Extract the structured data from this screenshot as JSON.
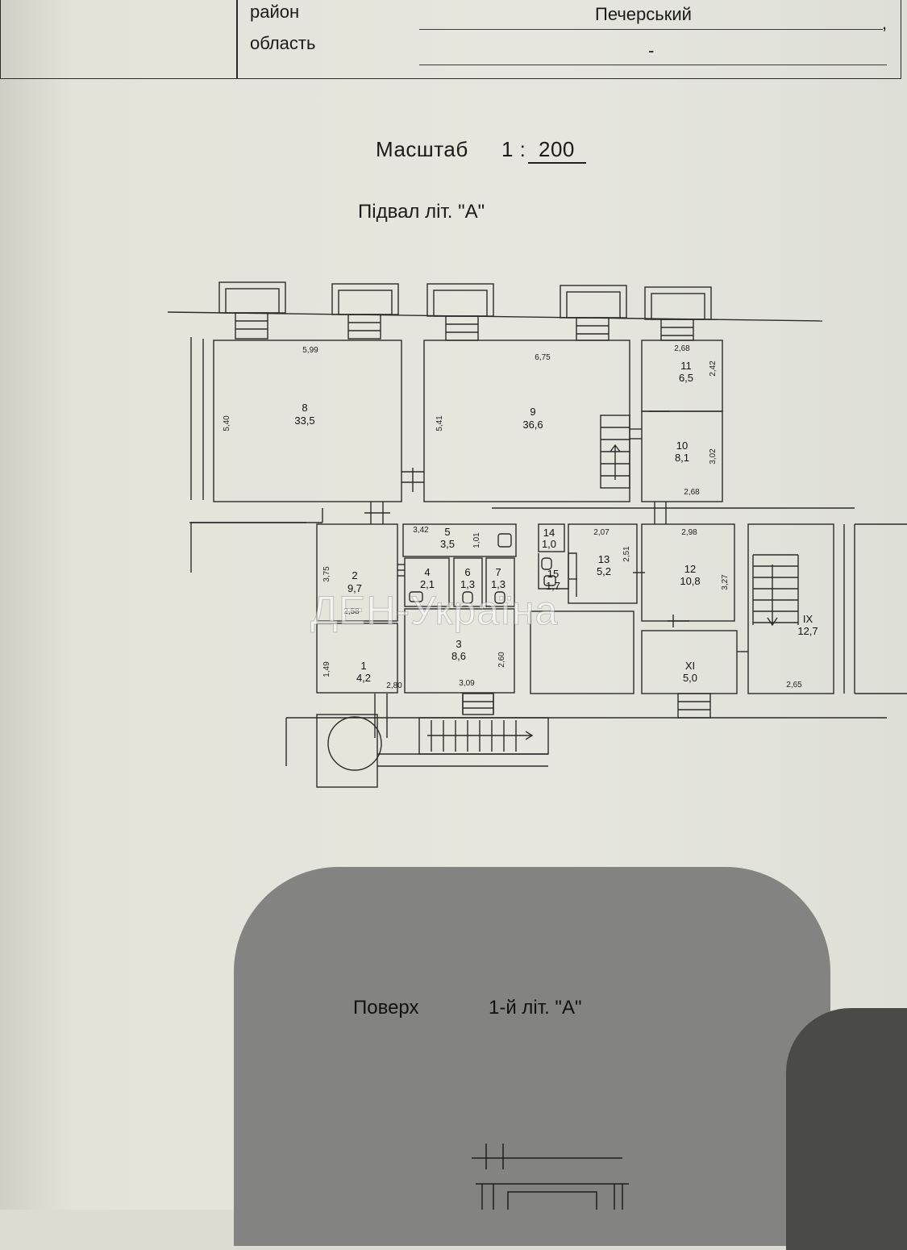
{
  "header": {
    "district_label": "район",
    "district_value": "Печерський",
    "district_comma": ",",
    "region_label": "область",
    "region_value": "-"
  },
  "scale": {
    "label": "Масштаб",
    "ratio_left": "1 :",
    "ratio_right": "200"
  },
  "basement": {
    "title": "Підвал  літ. \"А\""
  },
  "rooms": {
    "r1": {
      "no": "1",
      "area": "4,2"
    },
    "r2": {
      "no": "2",
      "area": "9,7"
    },
    "r3": {
      "no": "3",
      "area": "8,6"
    },
    "r4": {
      "no": "4",
      "area": "2,1"
    },
    "r5": {
      "no": "5",
      "area": "3,5"
    },
    "r6": {
      "no": "6",
      "area": "1,3"
    },
    "r7": {
      "no": "7",
      "area": "1,3"
    },
    "r8": {
      "no": "8",
      "area": "33,5"
    },
    "r9": {
      "no": "9",
      "area": "36,6"
    },
    "r10": {
      "no": "10",
      "area": "8,1"
    },
    "r11": {
      "no": "11",
      "area": "6,5"
    },
    "r12": {
      "no": "12",
      "area": "10,8"
    },
    "r13": {
      "no": "13",
      "area": "5,2"
    },
    "r14": {
      "no": "14",
      "area": "1,0"
    },
    "r15": {
      "no": "15",
      "area": "1,7"
    },
    "rIX": {
      "no": "IX",
      "area": "12,7"
    },
    "rXI": {
      "no": "XI",
      "area": "5,0"
    }
  },
  "dims": {
    "d599": "5,99",
    "d540": "5,40",
    "d675": "6,75",
    "d541": "5,41",
    "d268a": "2,68",
    "d242": "2,42",
    "d302": "3,02",
    "d268b": "2,68",
    "d342": "3,42",
    "d101": "1,01",
    "d207": "2,07",
    "d251": "2,51",
    "d298": "2,98",
    "d327": "3,27",
    "d375": "3,75",
    "d258": "2,58",
    "d149": "1,49",
    "d280": "2,80",
    "d309": "3,09",
    "d260": "2,60",
    "d265": "2,65"
  },
  "watermark": "ДЕН-Україна",
  "upper_floor": {
    "label": "Поверх",
    "value": "1-й літ. \"А\""
  }
}
